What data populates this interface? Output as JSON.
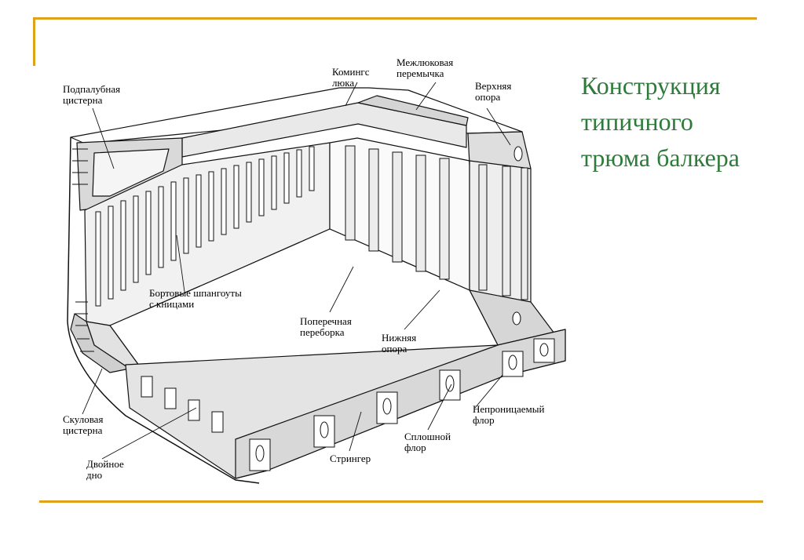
{
  "title": {
    "line1": "Конструкция",
    "line2": "типичного",
    "line3": "трюма балкера"
  },
  "colors": {
    "accent_rule": "#e0a21c",
    "title": "#2e7a3a"
  },
  "labels": {
    "topside_tank": [
      "Подпалубная",
      "цистерна"
    ],
    "hatch_coaming": [
      "Комингс",
      "люка"
    ],
    "cross_deck_beam": [
      "Межлюковая",
      "перемычка"
    ],
    "upper_stool": [
      "Верхняя",
      "опора"
    ],
    "side_frames": [
      "Бортовые шпангоуты",
      "с кницами"
    ],
    "transverse_bulkhead": [
      "Поперечная",
      "переборка"
    ],
    "lower_stool": [
      "Нижняя",
      "опора"
    ],
    "bilge_tank": [
      "Скуловая",
      "цистерна"
    ],
    "double_bottom": [
      "Двойное",
      "дно"
    ],
    "girder": [
      "Стрингер"
    ],
    "solid_floor": [
      "Сплошной",
      "флор"
    ],
    "watertight_floor": [
      "Непроницаемый",
      "флор"
    ]
  }
}
